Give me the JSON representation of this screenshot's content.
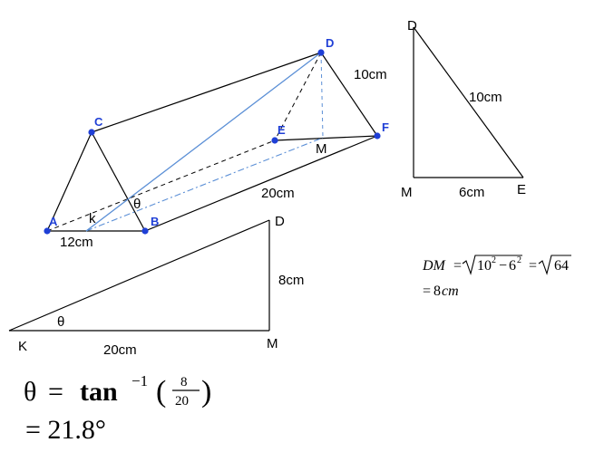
{
  "prism": {
    "points": {
      "A": "A",
      "B": "B",
      "C": "C",
      "D": "D",
      "E": "E",
      "F": "F",
      "M": "M",
      "k": "k"
    },
    "theta": "θ",
    "label_DF": "10cm",
    "label_BF": "20cm",
    "label_AB": "12cm"
  },
  "triangle_dme": {
    "D": "D",
    "M": "M",
    "E": "E",
    "hyp": "10cm",
    "base": "6cm"
  },
  "triangle_kmd": {
    "K": "K",
    "M": "M",
    "D": "D",
    "vert": "8cm",
    "base": "20cm",
    "theta": "θ"
  },
  "dm_calc": {
    "lhs": "DM",
    "eq": "=",
    "r1_a": "10",
    "r1_e1": "2",
    "r1_minus": "−",
    "r1_b": "6",
    "r1_e2": "2",
    "eq2": "=",
    "r2": "64",
    "line2_eq": "=",
    "line2_val": "8",
    "line2_unit": "cm"
  },
  "result": {
    "theta": "θ",
    "eq": "=",
    "func": "tan",
    "sup": "−1",
    "num": "8",
    "den": "20",
    "line2": "= 21.8°"
  }
}
